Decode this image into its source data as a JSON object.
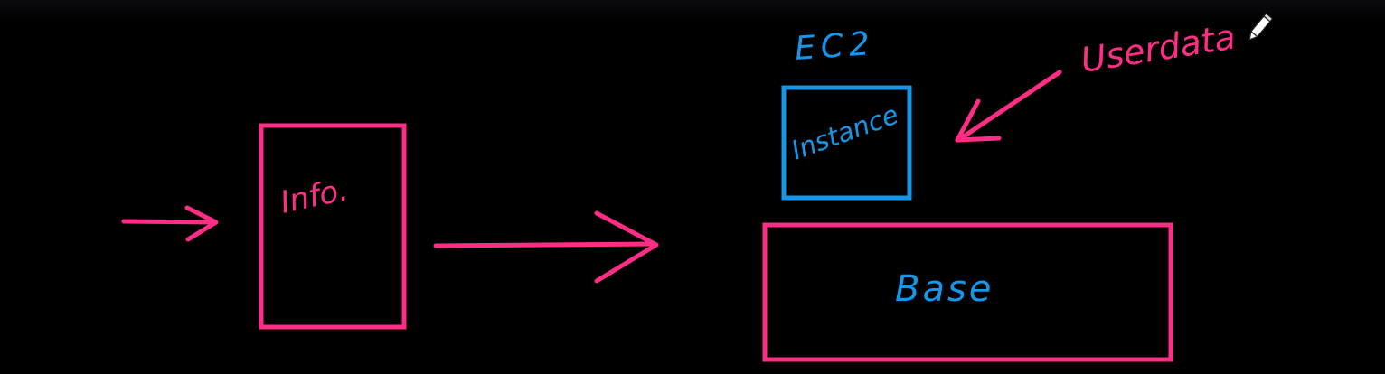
{
  "colors": {
    "pink": "#ff2d83",
    "blue": "#1596e8",
    "background": "#000000"
  },
  "labels": {
    "info": "Info.",
    "ec2": "EC2",
    "instance": "Instance",
    "base": "Base",
    "userdata": "Userdata"
  },
  "icons": {
    "pencil": "pencil-icon"
  }
}
